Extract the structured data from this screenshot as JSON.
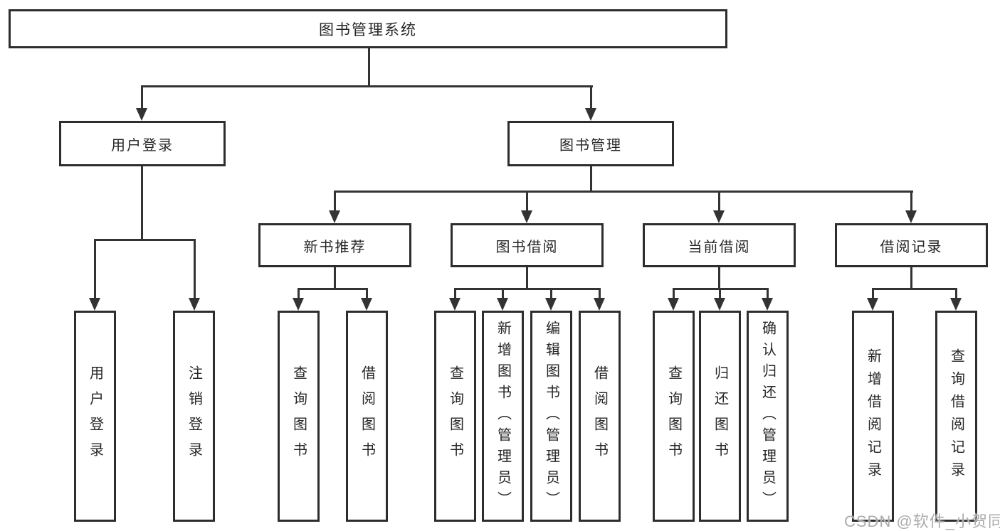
{
  "tree": {
    "root": {
      "label": "图书管理系统",
      "children": [
        {
          "label": "用户登录",
          "children": [
            {
              "label": "用户登录"
            },
            {
              "label": "注销登录"
            }
          ]
        },
        {
          "label": "图书管理",
          "children": [
            {
              "label": "新书推荐",
              "children": [
                {
                  "label": "查询图书"
                },
                {
                  "label": "借阅图书"
                }
              ]
            },
            {
              "label": "图书借阅",
              "children": [
                {
                  "label": "查询图书"
                },
                {
                  "label": "新增图书（管理员）"
                },
                {
                  "label": "编辑图书（管理员）"
                },
                {
                  "label": "借阅图书"
                }
              ]
            },
            {
              "label": "当前借阅",
              "children": [
                {
                  "label": "查询图书"
                },
                {
                  "label": "归还图书"
                },
                {
                  "label": "确认归还（管理员）"
                }
              ]
            },
            {
              "label": "借阅记录",
              "children": [
                {
                  "label": "新增借阅记录"
                },
                {
                  "label": "查询借阅记录"
                }
              ]
            }
          ]
        }
      ]
    }
  },
  "watermark": {
    "text": "CSDN @软件_小贺同学"
  },
  "colors": {
    "line": "#333333",
    "box_border": "#2d2d2d",
    "text": "#262626",
    "watermark": "#acacac",
    "background": "#ffffff"
  }
}
